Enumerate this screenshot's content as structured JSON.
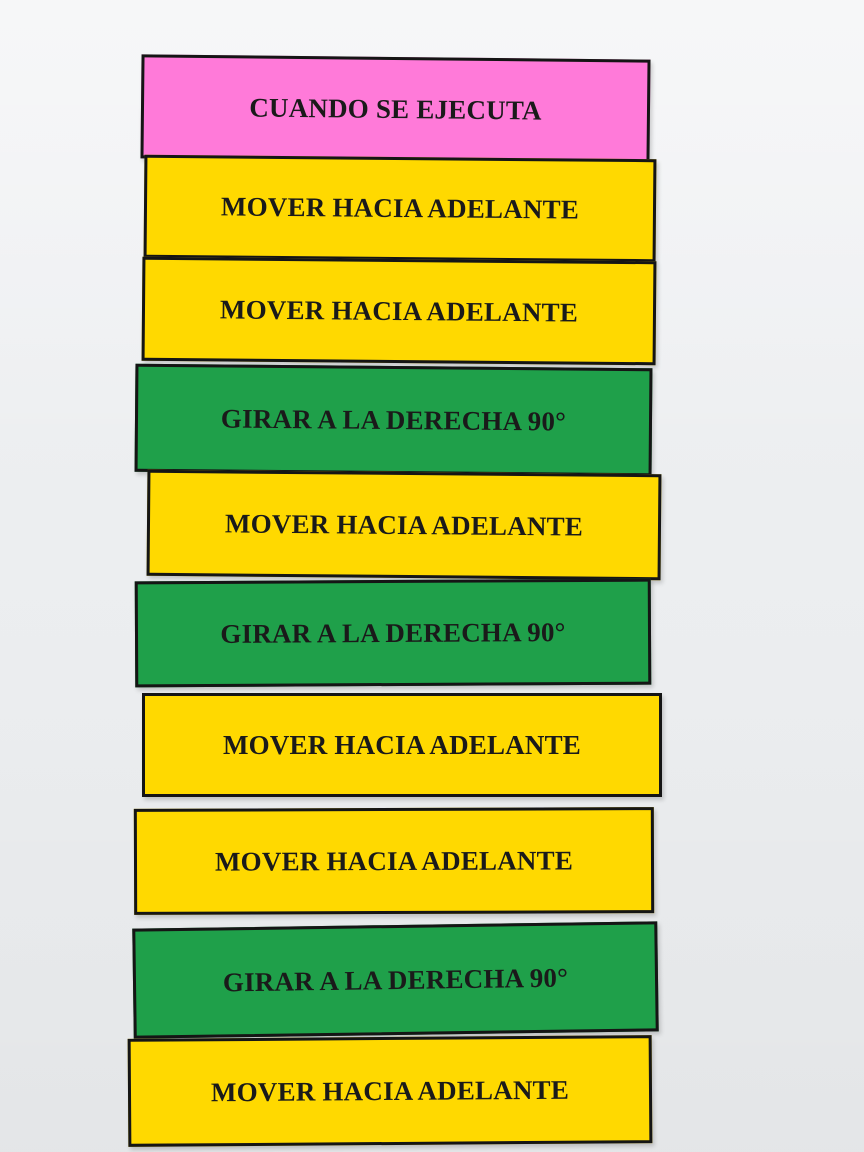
{
  "cards": [
    {
      "text": "CUANDO SE EJECUTA",
      "color": "#ff7ad9"
    },
    {
      "text": "MOVER HACIA ADELANTE",
      "color": "#ffd900"
    },
    {
      "text": "MOVER HACIA ADELANTE",
      "color": "#ffd900"
    },
    {
      "text": "GIRAR A LA DERECHA 90°",
      "color": "#1fa04a"
    },
    {
      "text": "MOVER HACIA ADELANTE",
      "color": "#ffd900"
    },
    {
      "text": "GIRAR A LA DERECHA 90°",
      "color": "#1fa04a"
    },
    {
      "text": "MOVER HACIA ADELANTE",
      "color": "#ffd900"
    },
    {
      "text": "MOVER HACIA ADELANTE",
      "color": "#ffd900"
    },
    {
      "text": "GIRAR A LA DERECHA 90°",
      "color": "#1fa04a"
    },
    {
      "text": "MOVER HACIA ADELANTE",
      "color": "#ffd900"
    }
  ]
}
